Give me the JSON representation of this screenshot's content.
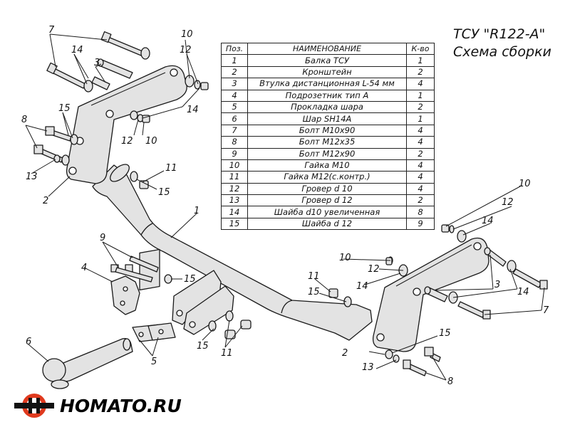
{
  "title": {
    "line1": "ТСУ \"R122-A\"",
    "line2": "Схема сборки"
  },
  "table": {
    "headers": [
      "Поз.",
      "НАИМЕНОВАНИЕ",
      "К-во"
    ],
    "rows": [
      {
        "pos": "1",
        "name": "Балка ТСУ",
        "qty": "1"
      },
      {
        "pos": "2",
        "name": "Кронштейн",
        "qty": "2"
      },
      {
        "pos": "3",
        "name": "Втулка дистанционная L-54 мм",
        "qty": "4"
      },
      {
        "pos": "4",
        "name": "Подрозетник тип А",
        "qty": "1"
      },
      {
        "pos": "5",
        "name": "Прокладка шара",
        "qty": "2"
      },
      {
        "pos": "6",
        "name": "Шар SH14A",
        "qty": "1"
      },
      {
        "pos": "7",
        "name": "Болт  М10х90",
        "qty": "4"
      },
      {
        "pos": "8",
        "name": "Болт  М12х35",
        "qty": "4"
      },
      {
        "pos": "9",
        "name": "Болт  М12х90",
        "qty": "2"
      },
      {
        "pos": "10",
        "name": "Гайка М10",
        "qty": "4"
      },
      {
        "pos": "11",
        "name": "Гайка М12(с.контр.)",
        "qty": "4"
      },
      {
        "pos": "12",
        "name": "Гровер d 10",
        "qty": "4"
      },
      {
        "pos": "13",
        "name": "Гровер d 12",
        "qty": "2"
      },
      {
        "pos": "14",
        "name": "Шайба d10 увеличенная",
        "qty": "8"
      },
      {
        "pos": "15",
        "name": "Шайба d 12",
        "qty": "9"
      }
    ]
  },
  "callouts": {
    "c7a": "7",
    "c14a": "14",
    "c3a": "3",
    "c10a": "10",
    "c12a": "12",
    "c14b": "14",
    "c15a": "15",
    "c8a": "8",
    "c12b": "12",
    "c10b": "10",
    "c13a": "13",
    "c2a": "2",
    "c11a": "11",
    "c15b": "15",
    "c1": "1",
    "c9": "9",
    "c4": "4",
    "c15c": "15",
    "c6": "6",
    "c5": "5",
    "c15d": "15",
    "c11b": "11",
    "c10c": "10",
    "c12c": "12",
    "c11c": "11",
    "c14c": "14",
    "c15e": "15",
    "c10d": "10",
    "c12d": "12",
    "c14d": "14",
    "c3b": "3",
    "c14e": "14",
    "c7b": "7",
    "c2b": "2",
    "c15f": "15",
    "c13b": "13",
    "c8b": "8"
  },
  "logo": {
    "text": "HOMATO.RU"
  },
  "colors": {
    "part_fill": "#e2e2e2",
    "stroke": "#1a1a1a",
    "logo_red": "#e03a1e"
  }
}
